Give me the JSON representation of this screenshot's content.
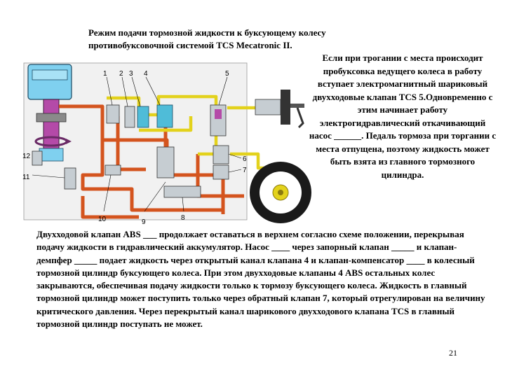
{
  "title": "Режим подачи тормозной жидкости к буксующему колесу противобуксовочной системой TCS Mecatronic II.",
  "side_text": "Если при трогании с места происходит пробуксовка ведущего колеса в работу вступает электромагнитный шариковый двухходовые клапан TCS 5.Одновременно с этим начинает работу электрогидравлический откачивающий насос ______. Педаль тормоза при торгании с места отпущена, поэтому жидкость может быть взята из главного тормозного цилиндра.",
  "body_text": "Двухходовой клапан ABS ___ продолжает оставаться в верхнем согласно схеме положении, перекрывая подачу жидкости в гидравлический аккумулятор. Насос ____ через запорный клапан _____ и клапан-демпфер _____ подает жидкость через открытый канал клапана 4 и клапан-компенсатор ____ в колесный тормозной цилиндр буксующего колеса. При этом двухходовые клапаны 4 ABS остальных колес закрываются, обеспечивая подачу жидкости только к тормозу буксующего колеса. Жидкость в главный тормозной цилиндр может поступить только через обратный клапан 7, который отрегулирован на величину критического давления. Через перекрытый канал шарикового двухходового клапана TCS в главный тормозной цилиндр поступать не может.",
  "page_number": "21",
  "diagram": {
    "callouts": {
      "c1": "1",
      "c2": "2",
      "c3": "3",
      "c4": "4",
      "c5": "5",
      "c6": "6",
      "c7": "7",
      "c8": "8",
      "c9": "9",
      "c10": "10",
      "c11": "11",
      "c12": "12"
    },
    "colors": {
      "pipe_main": "#d4541e",
      "pipe_return": "#e3d21c",
      "reservoir": "#7fd0ef",
      "valve": "#4fbcd8",
      "valve_body": "#c6cdd2",
      "motor": "#b44aa8",
      "wheel": "#1a1a1a"
    }
  }
}
